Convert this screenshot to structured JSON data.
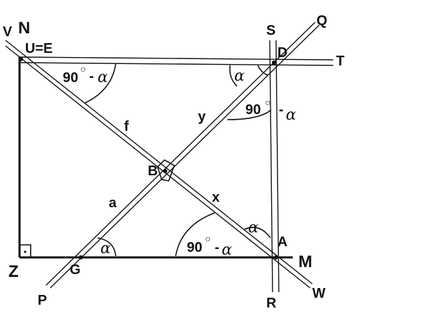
{
  "points": {
    "N": "N",
    "UE": "U=E",
    "V": "V",
    "S": "S",
    "Q": "Q",
    "D": "D",
    "T": "T",
    "B": "B",
    "A": "A",
    "M": "M",
    "W": "W",
    "R": "R",
    "Z": "Z",
    "G": "G",
    "P": "P"
  },
  "segments": {
    "f": "f",
    "y": "y",
    "a": "a",
    "x": "x"
  },
  "angles": {
    "complement": "90",
    "minus": "-",
    "alpha": "α",
    "degree": "○"
  }
}
